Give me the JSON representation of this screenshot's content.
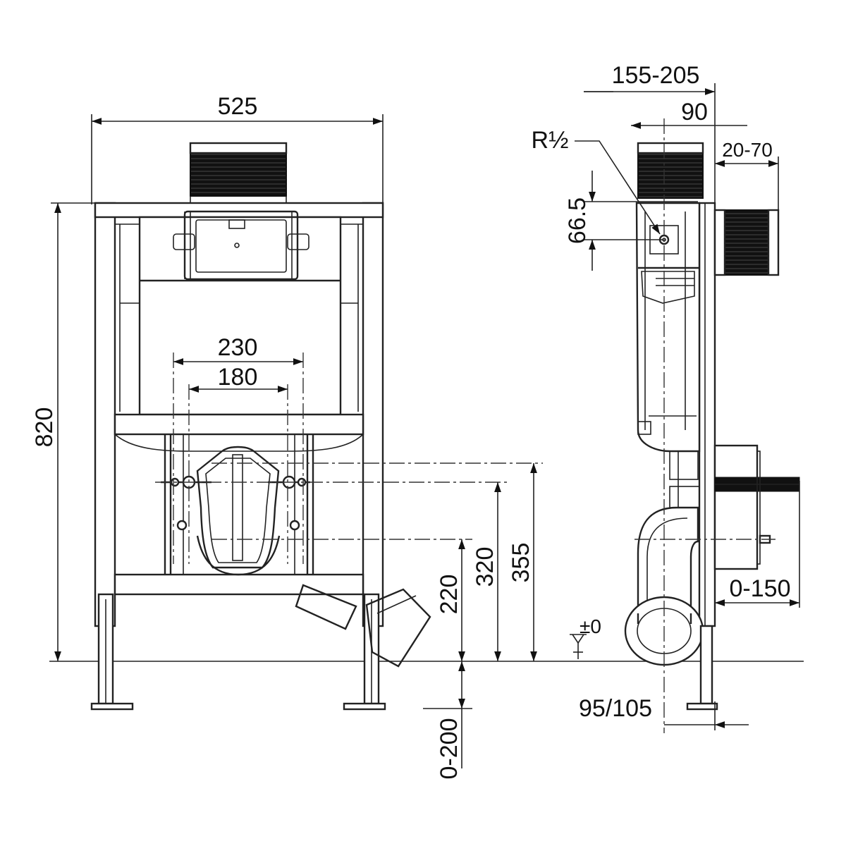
{
  "front_view": {
    "dim_width": "525",
    "dim_height": "820",
    "dim_230": "230",
    "dim_180": "180",
    "dim_355": "355",
    "dim_320": "320",
    "dim_220": "220",
    "dim_0_200": "0-200"
  },
  "side_view": {
    "dim_155_205": "155-205",
    "dim_90": "90",
    "dim_20_70": "20-70",
    "label_r_half": "R½",
    "dim_66_5": "66.5",
    "dim_0_150": "0-150",
    "dim_95_105": "95/105",
    "floor_level": "±0"
  },
  "colors": {
    "line": "#222222",
    "background": "#ffffff"
  }
}
